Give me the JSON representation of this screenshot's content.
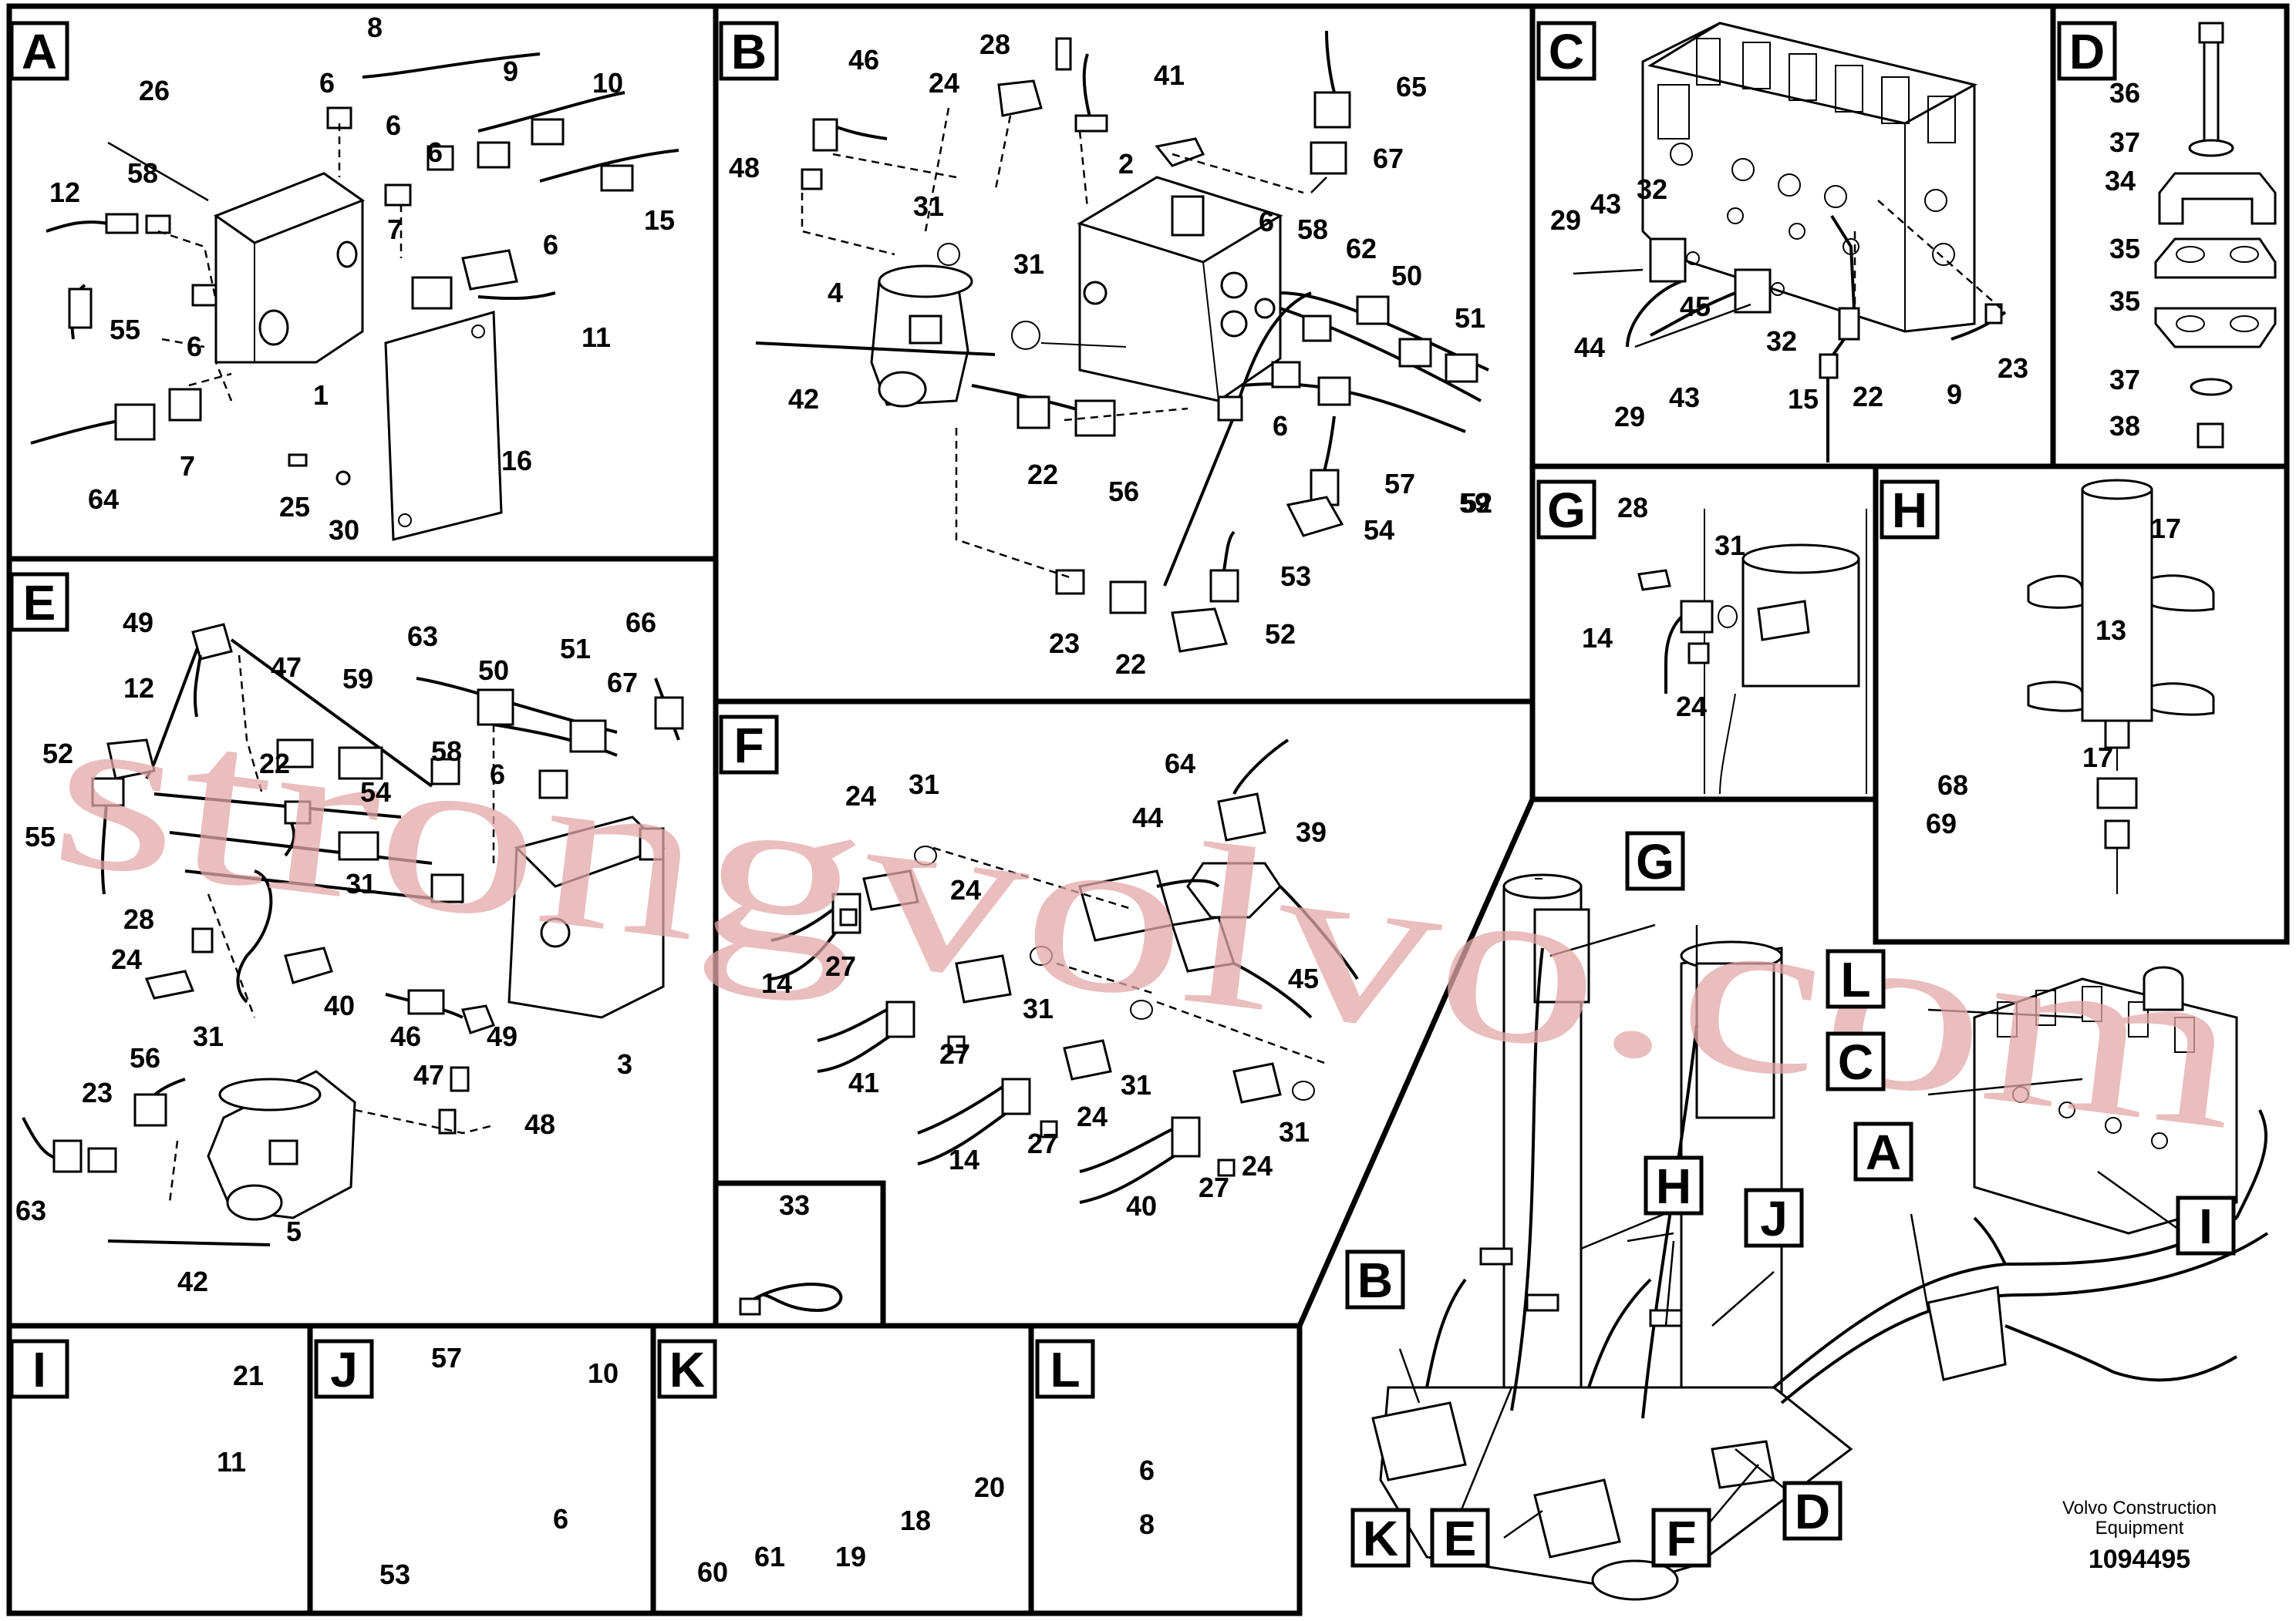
{
  "panels": [
    {
      "id": "A",
      "numbers": [
        "8",
        "6",
        "9",
        "26",
        "6",
        "10",
        "6",
        "12",
        "58",
        "15",
        "7",
        "6",
        "6",
        "55",
        "11",
        "1",
        "64",
        "7",
        "16",
        "25",
        "30"
      ]
    },
    {
      "id": "B",
      "numbers": [
        "28",
        "41",
        "46",
        "65",
        "24",
        "48",
        "67",
        "2",
        "31",
        "6",
        "31",
        "58",
        "62",
        "4",
        "50",
        "51",
        "42",
        "6",
        "22",
        "56",
        "57",
        "59",
        "54",
        "52",
        "53",
        "23",
        "22",
        "52"
      ]
    },
    {
      "id": "C",
      "numbers": [
        "29",
        "43",
        "32",
        "45",
        "44",
        "32",
        "43",
        "29",
        "15",
        "22",
        "9",
        "23"
      ]
    },
    {
      "id": "D",
      "numbers": [
        "36",
        "37",
        "34",
        "35",
        "35",
        "37",
        "38"
      ]
    },
    {
      "id": "E",
      "numbers": [
        "49",
        "63",
        "66",
        "12",
        "47",
        "59",
        "50",
        "51",
        "67",
        "52",
        "22",
        "58",
        "6",
        "55",
        "54",
        "28",
        "31",
        "24",
        "40",
        "46",
        "49",
        "3",
        "56",
        "31",
        "47",
        "23",
        "48",
        "63",
        "5",
        "42"
      ]
    },
    {
      "id": "F",
      "numbers": [
        "64",
        "24",
        "31",
        "39",
        "44",
        "24",
        "14",
        "27",
        "45",
        "31",
        "41",
        "27",
        "31",
        "24",
        "14",
        "27",
        "24",
        "31",
        "40",
        "27"
      ]
    },
    {
      "id": "G",
      "numbers": [
        "28",
        "31",
        "14",
        "24"
      ]
    },
    {
      "id": "H",
      "numbers": [
        "17",
        "13",
        "17",
        "68",
        "69"
      ]
    },
    {
      "id": "I",
      "numbers": [
        "21",
        "11"
      ]
    },
    {
      "id": "J",
      "numbers": [
        "57",
        "10",
        "6",
        "53"
      ]
    },
    {
      "id": "K",
      "numbers": [
        "20",
        "18",
        "60",
        "61",
        "19"
      ]
    },
    {
      "id": "L",
      "numbers": [
        "6",
        "8"
      ]
    },
    {
      "id": "small",
      "numbers": [
        "33"
      ]
    }
  ],
  "overview_callouts": [
    "G",
    "H",
    "L",
    "C",
    "A",
    "H",
    "J",
    "I",
    "B",
    "K",
    "E",
    "F",
    "D"
  ],
  "watermark": "strongvolvo.com",
  "credit": {
    "line1": "Volvo Construction",
    "line2": "Equipment",
    "doc_number": "1094495"
  }
}
